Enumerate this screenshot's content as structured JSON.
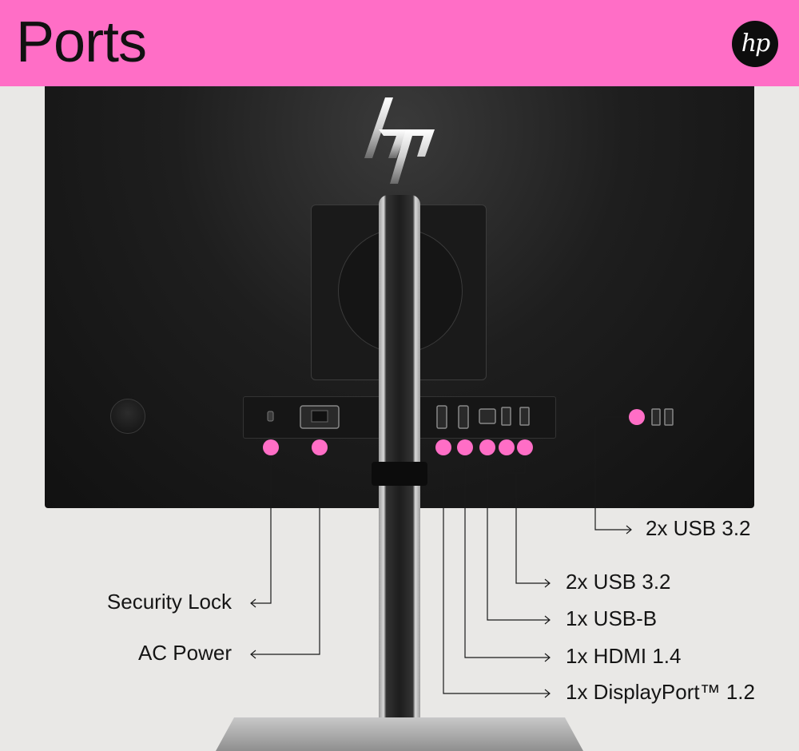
{
  "header": {
    "title": "Ports",
    "brand_badge": "hp"
  },
  "colors": {
    "accent_pink": "#ff6ec6",
    "monitor_back": "#1b1b1b",
    "background": "#e9e8e6"
  },
  "labels": {
    "security_lock": "Security Lock",
    "ac_power": "AC Power",
    "usb_side": "2x USB 3.2",
    "usb_rear": "2x USB 3.2",
    "usb_b": "1x USB-B",
    "hdmi": "1x HDMI 1.4",
    "displayport": "1x DisplayPort™ 1.2"
  },
  "icons": {
    "logo": "hp-logo-icon"
  }
}
